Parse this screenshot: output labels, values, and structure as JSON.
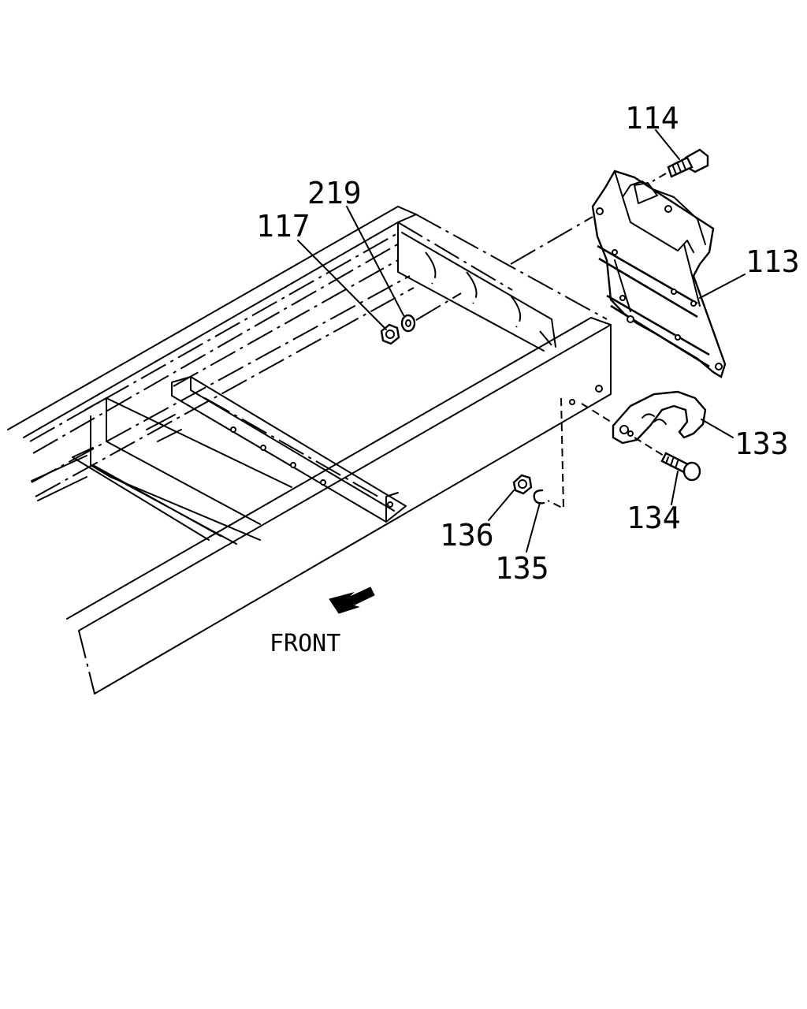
{
  "labels": {
    "p114": "114",
    "p219": "219",
    "p117": "117",
    "p113": "113",
    "p133": "133",
    "p134": "134",
    "p136": "136",
    "p135": "135"
  },
  "front_text": "FRONT"
}
